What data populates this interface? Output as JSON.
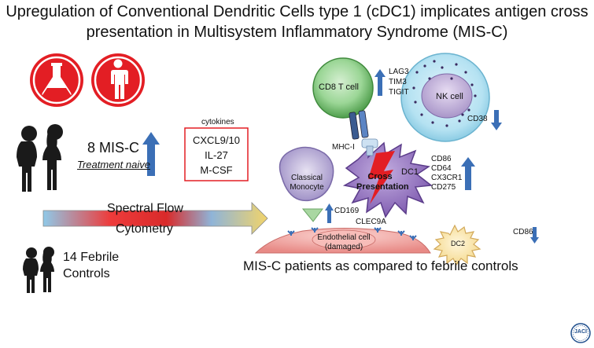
{
  "title": {
    "line1": "Upregulation of Conventional Dendritic Cells type 1 (cDC1) implicates antigen cross",
    "line2": "presentation in Multisystem Inflammatory Syndrome (MIS-C)"
  },
  "cohort": {
    "mis_c_count": "8 MIS-C",
    "mis_c_note": "Treatment naive",
    "controls_line1": "14 Febrile",
    "controls_line2": "Controls"
  },
  "cytokines": {
    "header": "cytokines",
    "items": [
      "CXCL9/10",
      "IL-27",
      "M-CSF"
    ]
  },
  "method": {
    "line1": "Spectral Flow",
    "line2": "Cytometry"
  },
  "cells": {
    "cd8": "CD8 T cell",
    "nk": "NK cell",
    "dc1": "DC1",
    "dc2": "DC2",
    "monocyte_line1": "Classical",
    "monocyte_line2": "Monocyte",
    "endothelial_line1": "Endothelial cell",
    "endothelial_line2": "(damaged)"
  },
  "markers": {
    "t_cell": [
      "LAG3",
      "TIM3",
      "TIGIT"
    ],
    "nk": "CD38",
    "mhc": "MHC-I",
    "dc1": [
      "CD86",
      "CD64",
      "CX3CR1",
      "CD275"
    ],
    "dc2": "CD86",
    "monocyte": "CD169",
    "clec": "CLEC9A"
  },
  "cross_presentation": {
    "line1": "Cross",
    "line2": "Presentation"
  },
  "conclusion": "MIS-C patients as compared to febrile controls",
  "journal_logo": "JACI",
  "colors": {
    "red": "#e31e24",
    "up_arrow": "#3b6fb6",
    "t_cell": "#7cc47a",
    "nk": "#a8dcef",
    "dc1": "#8c68b8",
    "monocyte": "#a99ad0",
    "endothelial": "#f1a3a0"
  }
}
